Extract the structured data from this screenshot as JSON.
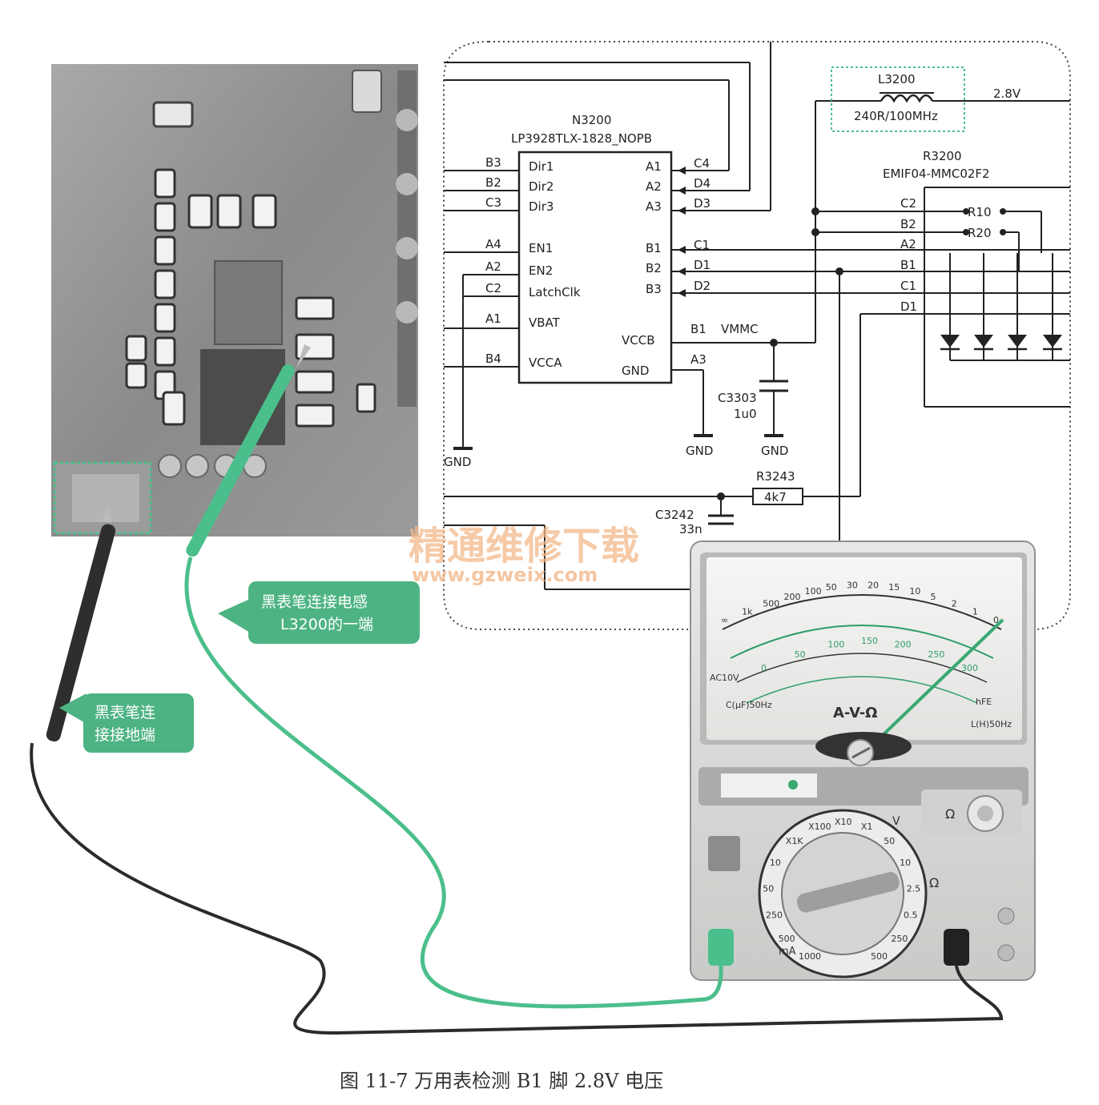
{
  "schematic": {
    "ic": {
      "ref": "N3200",
      "part": "LP3928TLX-1828_NOPB",
      "left_pins": [
        {
          "net": "B3",
          "name": "Dir1"
        },
        {
          "net": "B2",
          "name": "Dir2"
        },
        {
          "net": "C3",
          "name": "Dir3"
        },
        {
          "net": "A4",
          "name": "EN1"
        },
        {
          "net": "A2",
          "name": "EN2"
        },
        {
          "net": "C2",
          "name": "LatchClk"
        },
        {
          "net": "A1",
          "name": "VBAT"
        },
        {
          "net": "B4",
          "name": "VCCA"
        }
      ],
      "right_pins": [
        {
          "name": "A1",
          "net": "C4"
        },
        {
          "name": "A2",
          "net": "D4"
        },
        {
          "name": "A3",
          "net": "D3"
        },
        {
          "name": "B1",
          "net": "C1"
        },
        {
          "name": "B2",
          "net": "D1"
        },
        {
          "name": "B3",
          "net": "D2"
        },
        {
          "name": "VCCB",
          "net": "B1"
        },
        {
          "name": "GND",
          "net": "A3"
        }
      ]
    },
    "inductor": {
      "ref": "L3200",
      "value": "240R/100MHz"
    },
    "voltage_label": "2.8V",
    "vmmc_label": "VMMC",
    "filter": {
      "ref": "R3200",
      "part": "EMIF04-MMC02F2",
      "pins": [
        "C2",
        "B2",
        "A2",
        "B1",
        "C1",
        "D1"
      ],
      "resistors": [
        "R10",
        "R20"
      ]
    },
    "cap_c3303": {
      "ref": "C3303",
      "value": "1u0"
    },
    "resistor_r3243": {
      "ref": "R3243",
      "value": "4k7"
    },
    "cap_c3242": {
      "ref": "C3242",
      "value": "33n"
    },
    "gnd_label": "GND"
  },
  "multimeter": {
    "function_label": "A-V-Ω",
    "ohm_symbol": "Ω",
    "v_symbol": "V",
    "ma_label": "mA",
    "ac_label": "AC10V",
    "cap_label": "C(μF)50Hz",
    "ind_label": "L(H)50Hz",
    "hfe_label": "hFE",
    "top_scale": [
      "∞",
      "1k",
      "500",
      "200",
      "100",
      "50",
      "30",
      "20",
      "15",
      "10",
      "5",
      "2",
      "1",
      "0"
    ],
    "mid_scale": [
      "0",
      "50",
      "100",
      "150",
      "200",
      "250",
      "300"
    ],
    "dial_labels": [
      "1000",
      "500",
      "250",
      "50",
      "10",
      "X1K",
      "X100",
      "X10",
      "X1",
      "50",
      "10",
      "2.5",
      "0.5",
      "250",
      "500"
    ]
  },
  "callouts": {
    "green_probe": [
      "黑表笔连接电感",
      "L3200的一端"
    ],
    "black_probe": [
      "黑表笔连",
      "接接地端"
    ]
  },
  "watermark": {
    "line1": "精通维修下载",
    "line2": "www.gzweix.com"
  },
  "caption": "图 11-7   万用表检测 B1 脚 2.8V 电压",
  "colors": {
    "probe_green": "#4bbf8b",
    "callout_green": "#4db382",
    "pcb_gray": "#8e8e8e",
    "meter_body": "#d8dad8",
    "needle": "#3aa873"
  }
}
